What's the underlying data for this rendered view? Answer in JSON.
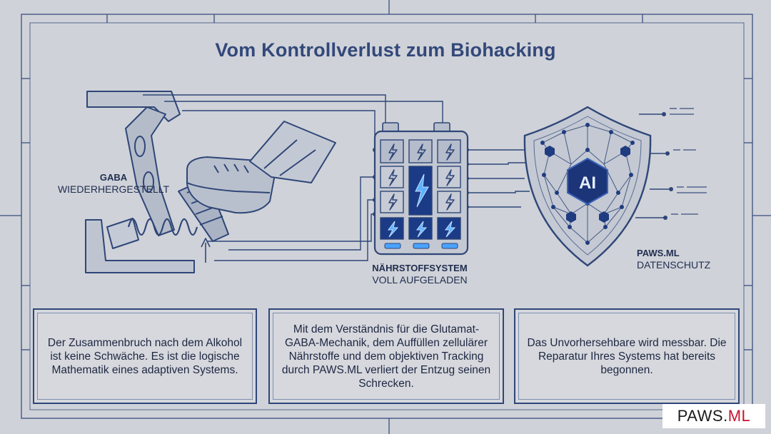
{
  "title": "Vom Kontrollverlust zum Biohacking",
  "labels": {
    "gaba": {
      "line1": "GABA",
      "line2": "WIEDERHERGESTELLT"
    },
    "nutrient": {
      "line1": "NÄHRSTOFFSYSTEM",
      "line2": "VOLL AUFGELADEN"
    },
    "privacy": {
      "line1": "PAWS.ML",
      "line2": "DATENSCHUTZ"
    }
  },
  "shield_text": "AI",
  "cards": [
    "Der Zusammenbruch nach dem Alkohol ist keine Schwäche. Es ist die logische Mathematik eines adaptiven Systems.",
    "Mit dem Verständnis für die Glutamat-GABA-Mechanik, dem Auffüllen zellulärer Nährstoffe und dem objektiven Tracking durch PAWS.ML verliert der Entzug seinen Schrecken.",
    "Das Unvorhersehbare wird messbar. Die Reparatur Ihres Systems hat bereits begonnen."
  ],
  "logo": {
    "part1": "PAWS.",
    "part2": "ML"
  },
  "colors": {
    "line": "#2f4678",
    "accent": "#2d7fe0",
    "logo_red": "#c9122b"
  }
}
